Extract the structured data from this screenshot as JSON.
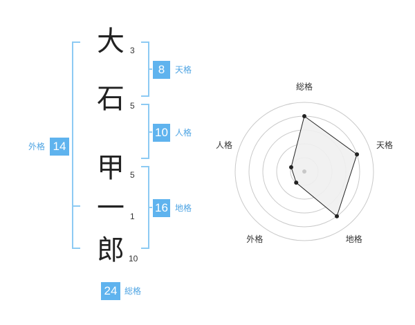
{
  "name": {
    "characters": [
      {
        "char": "大",
        "strokes": "3"
      },
      {
        "char": "石",
        "strokes": "5"
      },
      {
        "char": "甲",
        "strokes": "5"
      },
      {
        "char": "一",
        "strokes": "1"
      },
      {
        "char": "郎",
        "strokes": "10"
      }
    ]
  },
  "fortune": {
    "tenkaku": {
      "value": "8",
      "label": "天格"
    },
    "jinkaku": {
      "value": "10",
      "label": "人格"
    },
    "chikaku": {
      "value": "16",
      "label": "地格"
    },
    "gaikaku": {
      "value": "14",
      "label": "外格"
    },
    "soukaku": {
      "value": "24",
      "label": "総格"
    }
  },
  "colors": {
    "accent": "#5fb3ee",
    "bracket": "#8ccaf3",
    "radar_fill": "#f0f0f0",
    "radar_line": "#222222"
  },
  "chart_data": {
    "type": "radar",
    "axes": [
      "総格",
      "天格",
      "地格",
      "外格",
      "人格"
    ],
    "values": [
      4,
      4,
      4,
      1,
      1
    ],
    "rmax": 5
  }
}
